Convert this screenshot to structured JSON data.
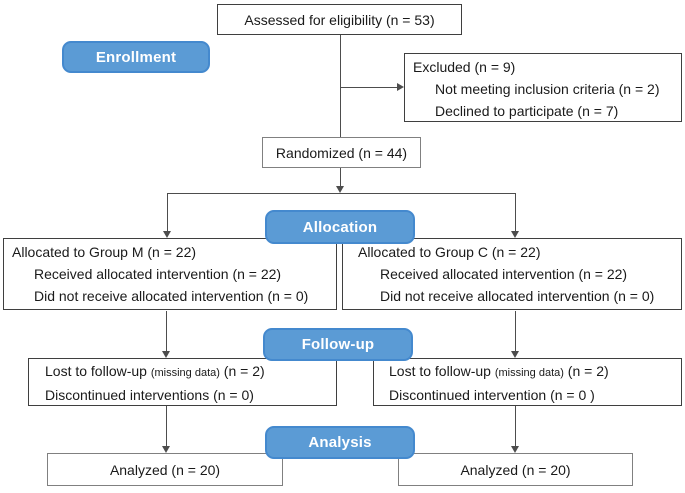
{
  "stages": {
    "enrollment": "Enrollment",
    "allocation": "Allocation",
    "followup": "Follow-up",
    "analysis": "Analysis"
  },
  "boxes": {
    "assessed": "Assessed for eligibility (n = 53)",
    "excluded": {
      "title": "Excluded (n = 9)",
      "items": [
        "Not meeting inclusion criteria (n = 2)",
        "Declined to participate (n = 7)"
      ]
    },
    "randomized": "Randomized (n = 44)",
    "group_m": {
      "title": "Allocated to Group M (n = 22)",
      "items": [
        "Received allocated intervention (n = 22)",
        "Did not receive allocated intervention (n = 0)"
      ]
    },
    "group_c": {
      "title": "Allocated to Group C (n = 22)",
      "items": [
        "Received allocated intervention (n = 22)",
        "Did not receive allocated intervention (n = 0)"
      ]
    },
    "followup_m": {
      "lost_main": "Lost to follow-up ",
      "lost_small": "(missing data)",
      "lost_tail": " (n = 2)",
      "discontinued": "Discontinued interventions (n = 0)"
    },
    "followup_c": {
      "lost_main": "Lost to follow-up ",
      "lost_small": "(missing data)",
      "lost_tail": " (n = 2)",
      "discontinued": "Discontinued intervention (n = 0 )"
    },
    "analyzed_m": "Analyzed (n = 20)",
    "analyzed_c": "Analyzed (n = 20)"
  },
  "colors": {
    "stage-bg": "#5B9BD5",
    "stage-border": "#4489CE",
    "box-border-dark": "#3f3f3f",
    "box-border-gray": "#808080",
    "line": "#4d4d4d"
  }
}
